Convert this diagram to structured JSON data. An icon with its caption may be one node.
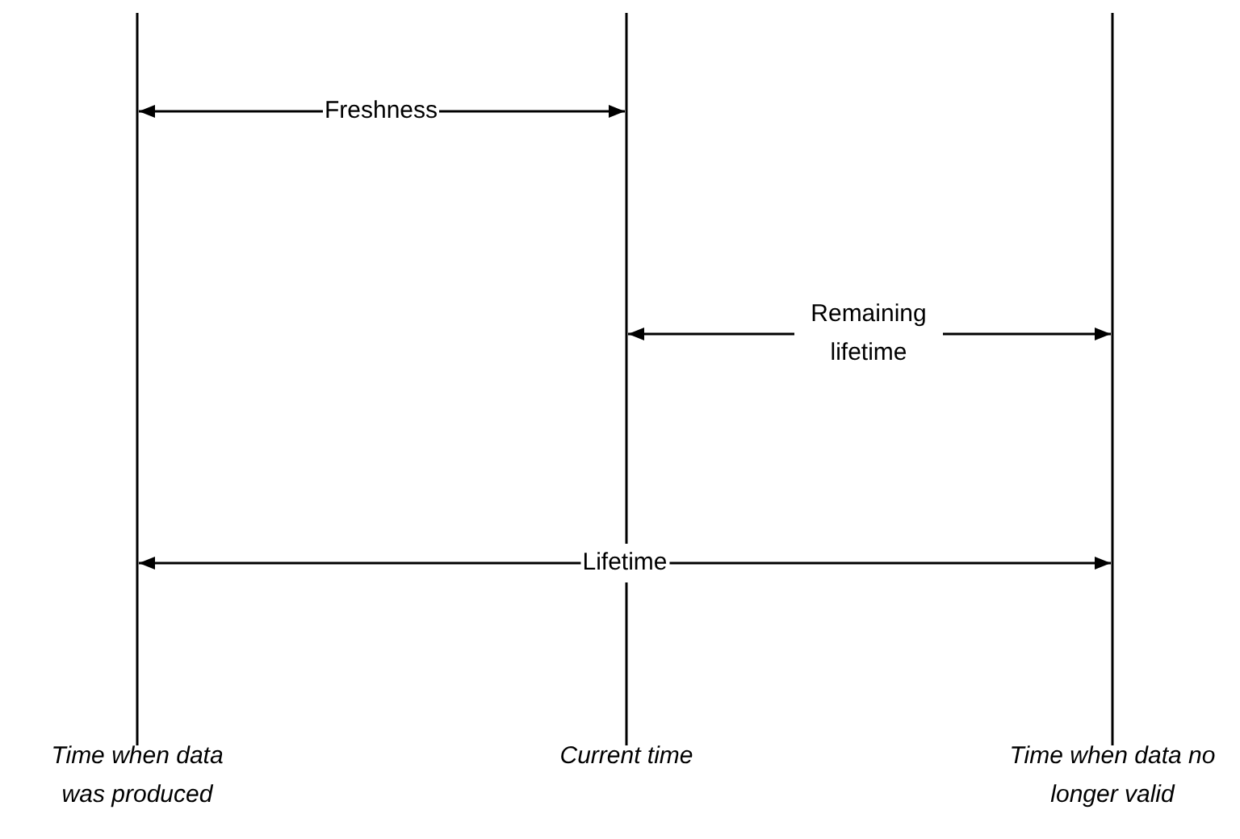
{
  "diagram": {
    "labels": [
      "Freshness",
      "Remaining lifetime",
      "Lifetime",
      "Time when data was produced",
      "Current time",
      "Time when data no longer valid"
    ]
  }
}
